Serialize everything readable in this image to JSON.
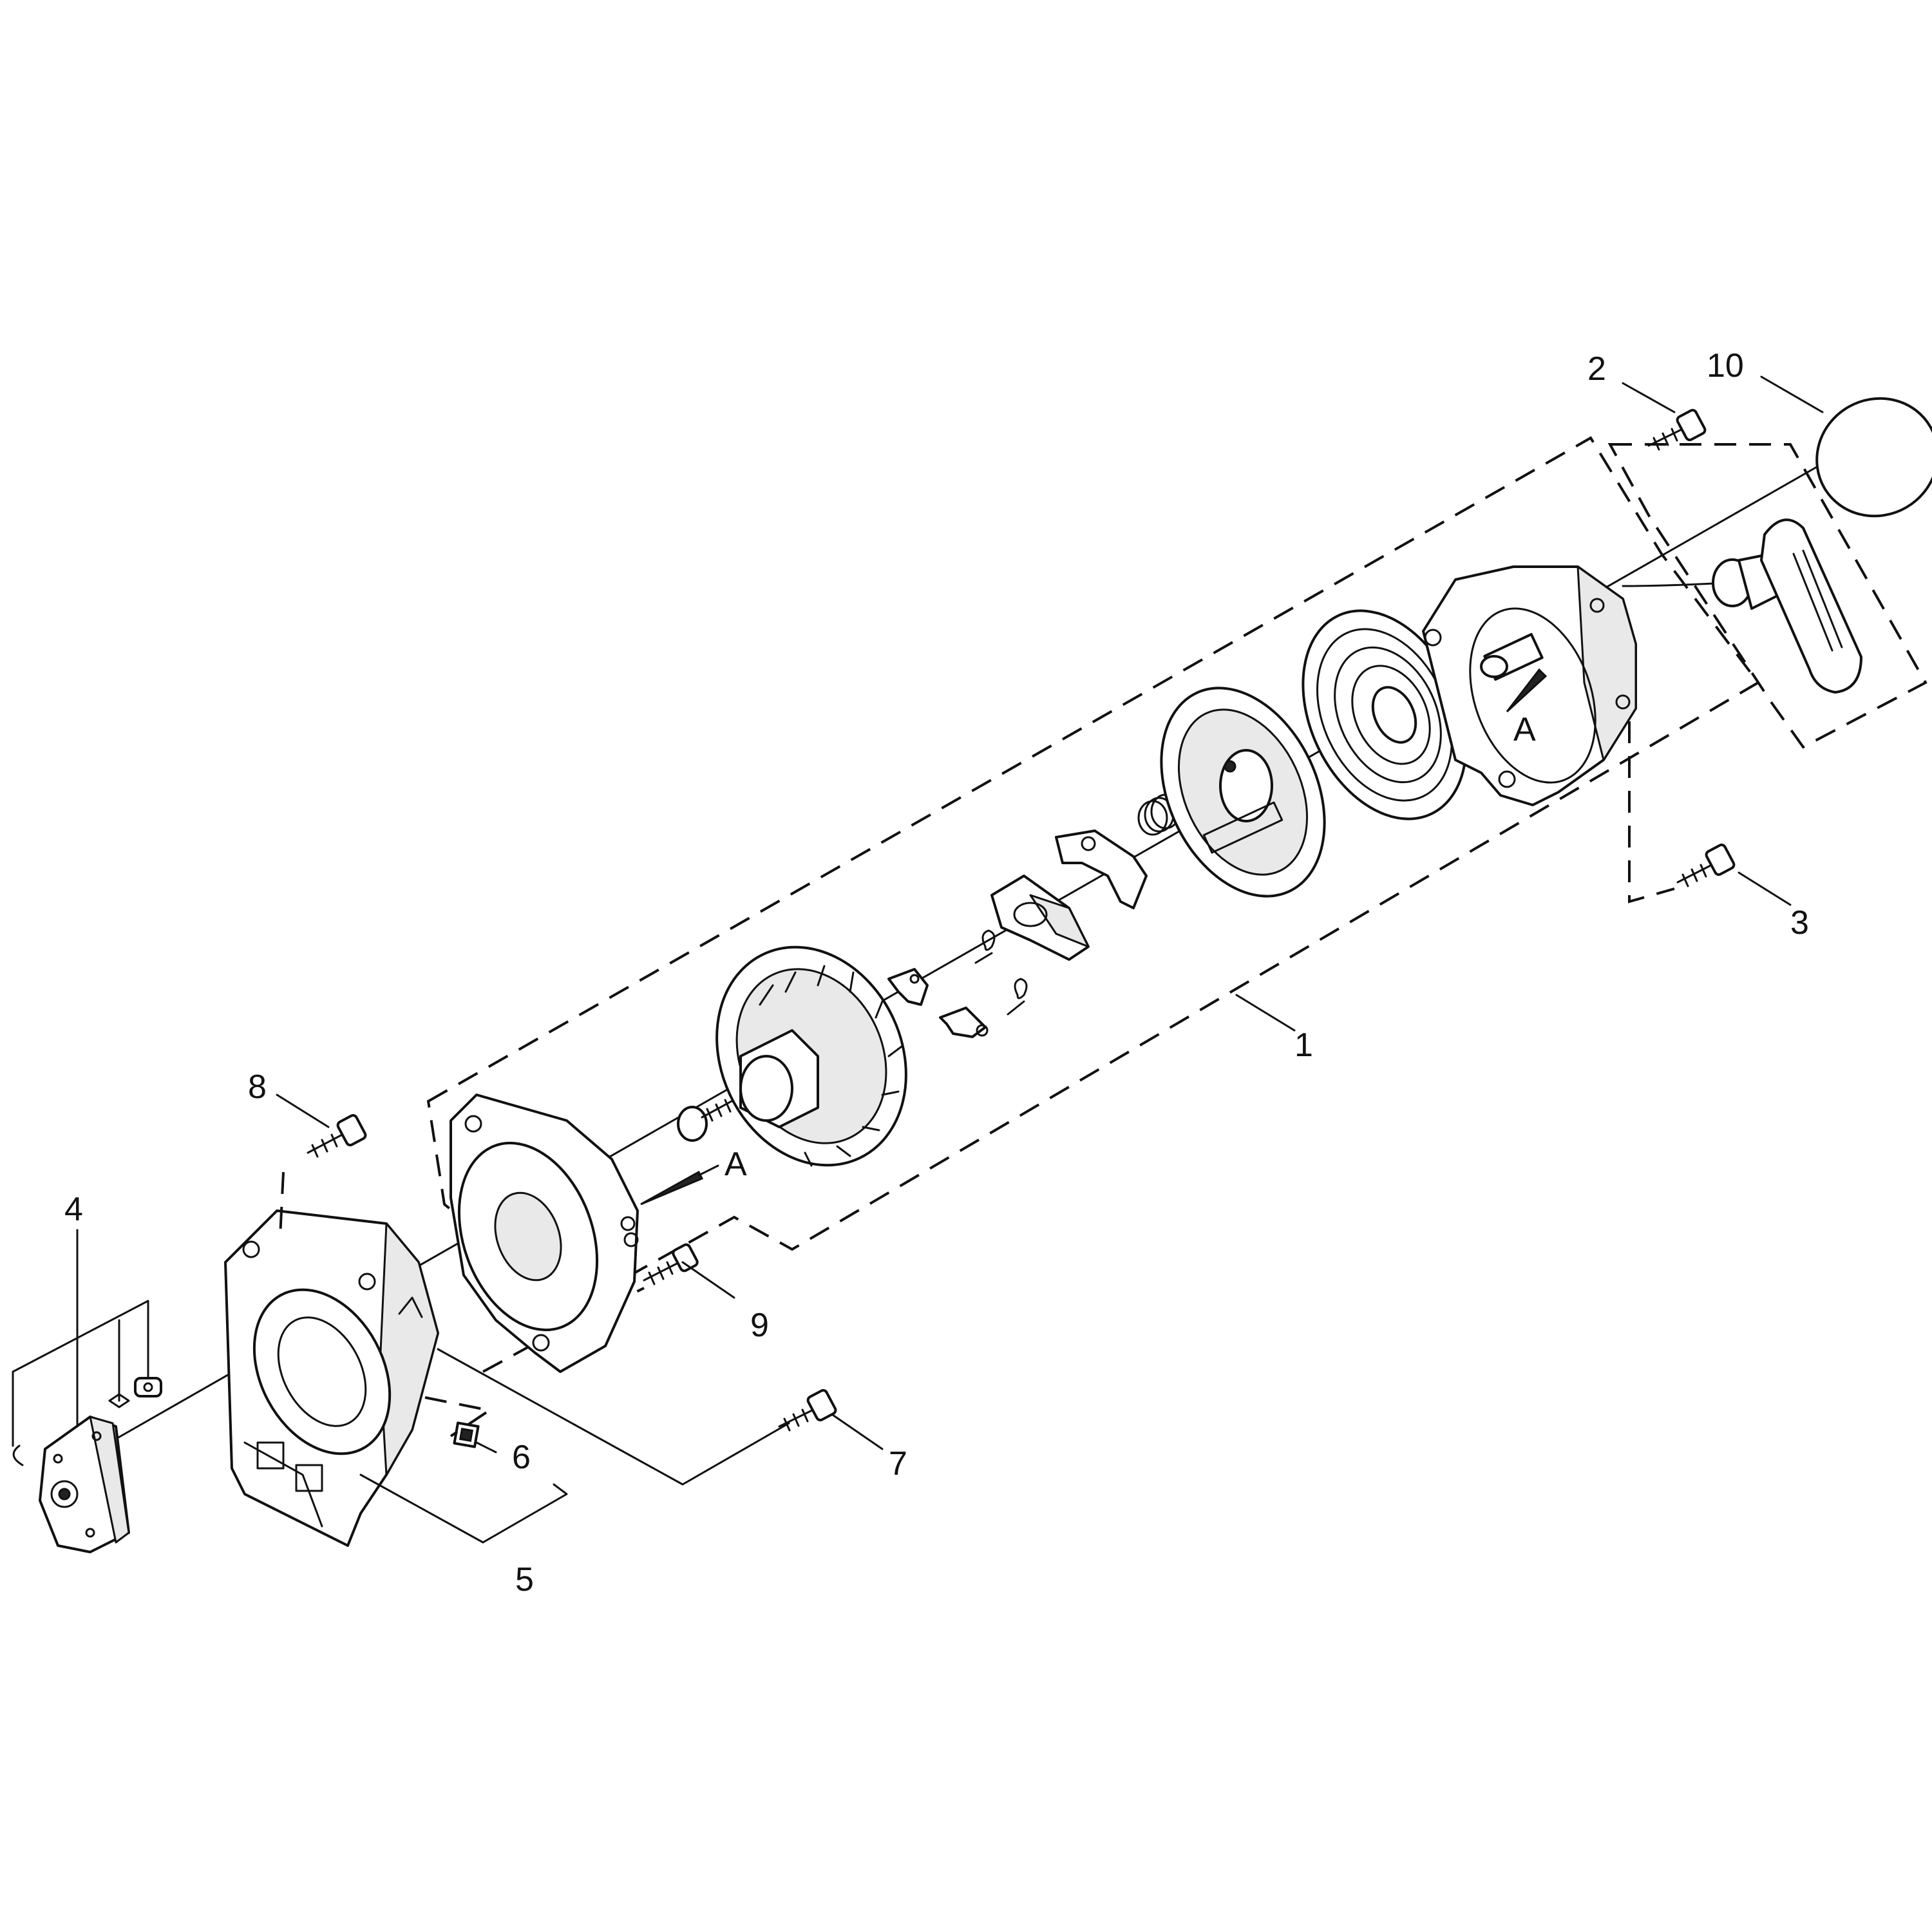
{
  "callouts": [
    {
      "id": "1",
      "text": "1"
    },
    {
      "id": "2",
      "text": "2"
    },
    {
      "id": "3",
      "text": "3"
    },
    {
      "id": "4",
      "text": "4"
    },
    {
      "id": "5",
      "text": "5"
    },
    {
      "id": "6",
      "text": "6"
    },
    {
      "id": "7",
      "text": "7"
    },
    {
      "id": "8",
      "text": "8"
    },
    {
      "id": "9",
      "text": "9"
    },
    {
      "id": "10",
      "text": "10"
    }
  ],
  "view_markers": [
    {
      "id": "A_front",
      "text": "A"
    },
    {
      "id": "A_rear",
      "text": "A"
    }
  ]
}
